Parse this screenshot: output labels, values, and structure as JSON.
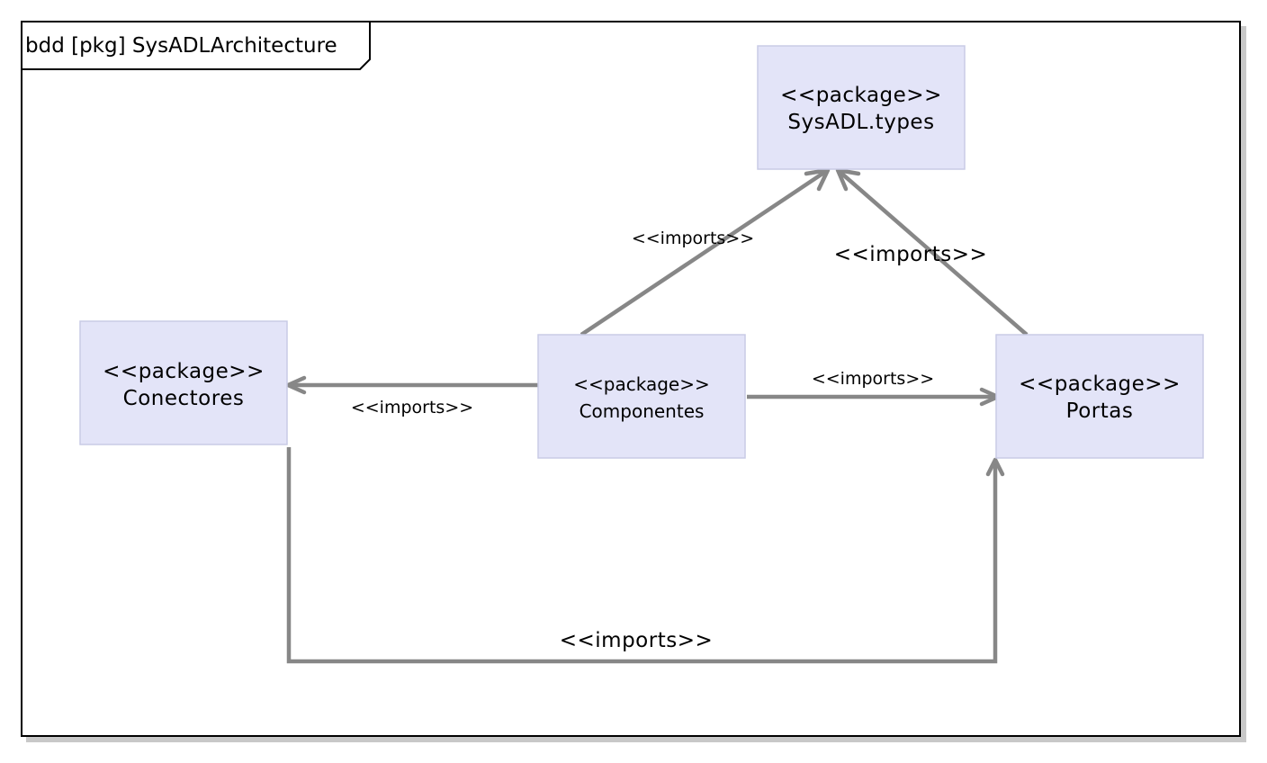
{
  "frame": {
    "title": "bdd [pkg] SysADLArchitecture"
  },
  "packages": {
    "types": {
      "stereotype": "<<package>>",
      "name": "SysADL.types"
    },
    "conectores": {
      "stereotype": "<<package>>",
      "name": "Conectores"
    },
    "componentes": {
      "stereotype": "<<package>>",
      "name": "Componentes"
    },
    "portas": {
      "stereotype": "<<package>>",
      "name": "Portas"
    }
  },
  "dependencies": {
    "componentes_to_types": {
      "label": "<<imports>>"
    },
    "portas_to_types": {
      "label": "<<imports>>"
    },
    "componentes_to_conectores": {
      "label": "<<imports>>"
    },
    "componentes_to_portas": {
      "label": "<<imports>>"
    },
    "conectores_to_portas": {
      "label": "<<imports>>"
    }
  },
  "colors": {
    "package_fill": "#e3e4f8",
    "edge": "#878787",
    "frame": "#000000"
  }
}
